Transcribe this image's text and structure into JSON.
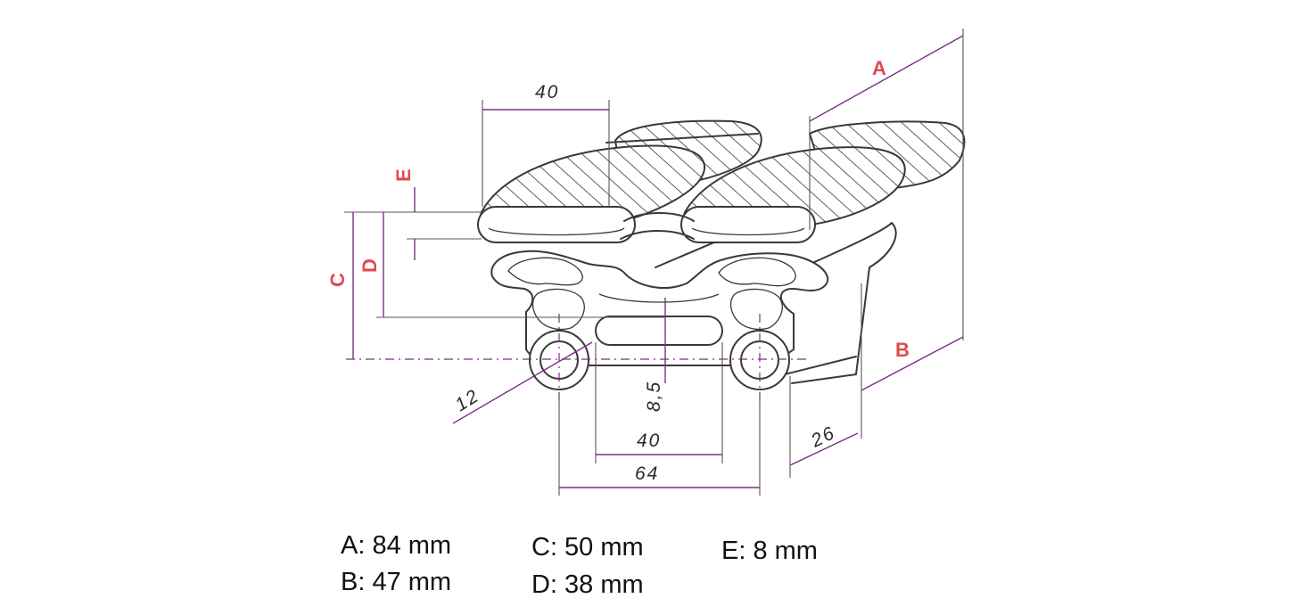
{
  "diagram": {
    "callouts": {
      "A": "A",
      "B": "B",
      "C": "C",
      "D": "D",
      "E": "E"
    },
    "dimensions": {
      "top_width": "40",
      "bulb_diameter": "12",
      "bottom_inner": "40",
      "bottom_outer": "64",
      "depth_step": "26",
      "height_small": "8,5"
    }
  },
  "legend": {
    "a": "A: 84 mm",
    "b": "B: 47 mm",
    "c": "C: 50 mm",
    "d": "D: 38 mm",
    "e": "E: 8 mm"
  },
  "colors": {
    "callout": "#e0484d",
    "dimension_line": "#7a2f86",
    "outline": "#3a3838"
  }
}
